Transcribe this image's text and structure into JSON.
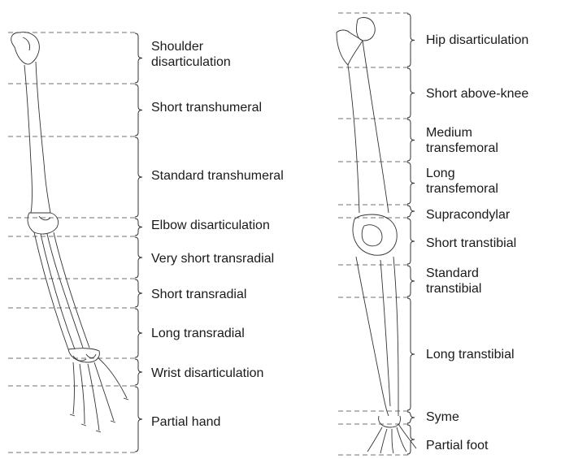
{
  "arm": {
    "labels": [
      "Shoulder\ndisarticulation",
      "Short transhumeral",
      "Standard transhumeral",
      "Elbow disarticulation",
      "Very short transradial",
      "Short transradial",
      "Long transradial",
      "Wrist disarticulation",
      "Partial hand"
    ]
  },
  "leg": {
    "labels": [
      "Hip disarticulation",
      "Short above-knee",
      "Medium\ntransfemoral",
      "Long\ntransfemoral",
      "Supracondylar",
      "Short transtibial",
      "Standard\ntranstibial",
      "Long transtibial",
      "Syme",
      "Partial foot"
    ]
  }
}
